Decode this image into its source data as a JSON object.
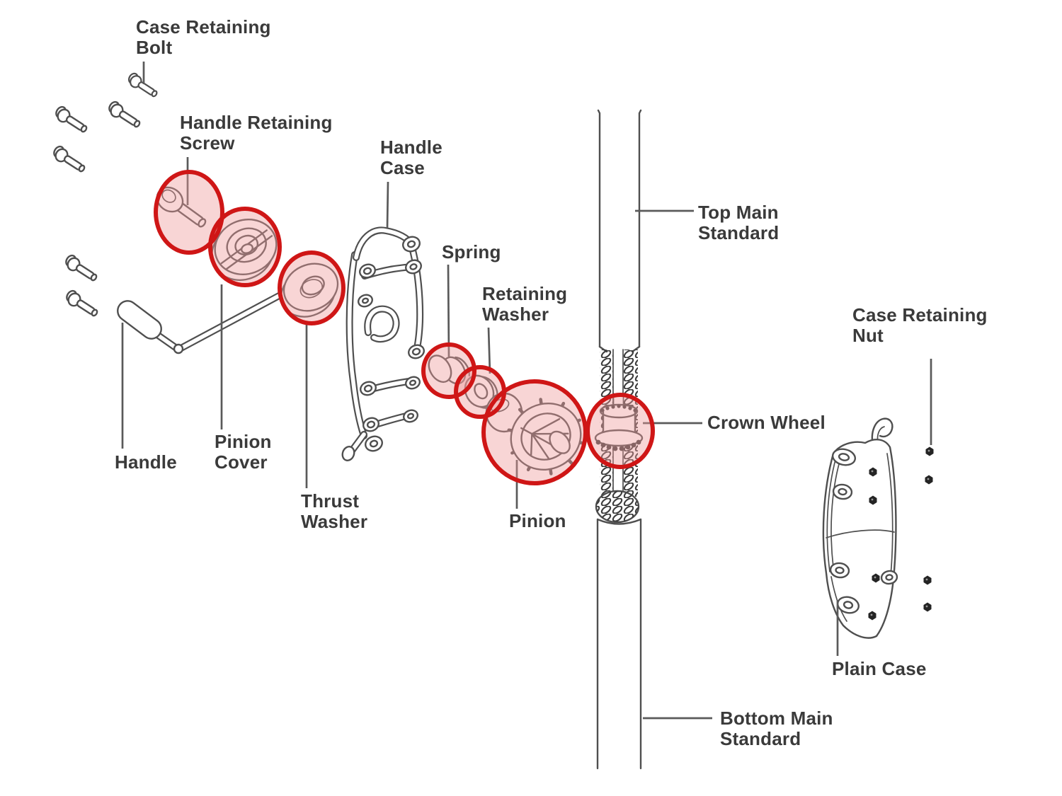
{
  "figure": {
    "background": "#ffffff",
    "line_color": "#4f4f4f",
    "line_dark": "#3c3c3c",
    "leader_color": "#5a5a5a",
    "label_color": "#3a3a3a",
    "highlight_stroke": "#cf1616",
    "highlight_fill": "#ee9a9a"
  },
  "diagram": {
    "type": "exploded-parts-diagram",
    "highlighted_parts": [
      "Handle Retaining Screw",
      "Pinion Cover",
      "Thrust Washer",
      "Spring",
      "Retaining Washer",
      "Pinion",
      "Crown Wheel"
    ],
    "fastener_counts": {
      "case_retaining_bolts_drawn": 6,
      "case_retaining_nuts_drawn": 8
    }
  },
  "labels": [
    {
      "id": "case-retaining-bolt",
      "text": "Case Retaining\nBolt"
    },
    {
      "id": "handle-retaining-screw",
      "text": "Handle Retaining\nScrew"
    },
    {
      "id": "handle-case",
      "text": "Handle\nCase"
    },
    {
      "id": "spring",
      "text": "Spring"
    },
    {
      "id": "retaining-washer",
      "text": "Retaining\nWasher"
    },
    {
      "id": "top-main-standard",
      "text": "Top Main\nStandard"
    },
    {
      "id": "case-retaining-nut",
      "text": "Case Retaining\nNut"
    },
    {
      "id": "crown-wheel",
      "text": "Crown Wheel"
    },
    {
      "id": "handle",
      "text": "Handle"
    },
    {
      "id": "pinion-cover",
      "text": "Pinion\nCover"
    },
    {
      "id": "thrust-washer",
      "text": "Thrust\nWasher"
    },
    {
      "id": "pinion",
      "text": "Pinion"
    },
    {
      "id": "plain-case",
      "text": "Plain Case"
    },
    {
      "id": "bottom-main-standard",
      "text": "Bottom Main\nStandard"
    }
  ]
}
